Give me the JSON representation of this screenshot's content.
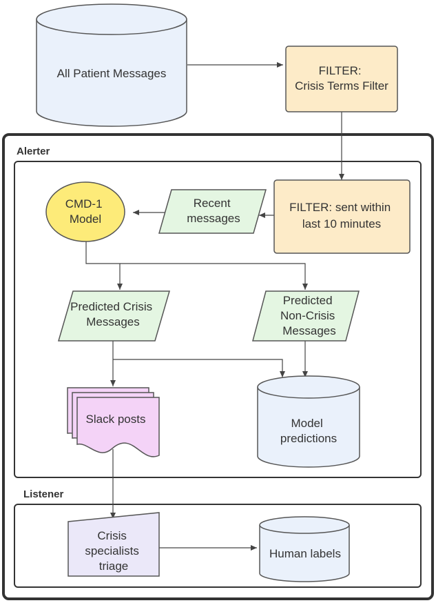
{
  "groups": {
    "alerter": "Alerter",
    "listener": "Listener"
  },
  "nodes": {
    "all_patient_messages": [
      "All Patient Messages"
    ],
    "crisis_terms_filter": [
      "FILTER:",
      "Crisis Terms Filter"
    ],
    "time_filter": [
      "FILTER:  sent within",
      "last 10 minutes"
    ],
    "recent_messages": [
      "Recent",
      "messages"
    ],
    "cmd1_model": [
      "CMD-1",
      "Model"
    ],
    "predicted_crisis": [
      "Predicted Crisis",
      "Messages"
    ],
    "predicted_non_crisis": [
      "Predicted",
      "Non-Crisis",
      "Messages"
    ],
    "slack_posts": [
      "Slack posts"
    ],
    "model_predictions": [
      "Model",
      "predictions"
    ],
    "crisis_triage": [
      "Crisis",
      "specialists",
      "triage"
    ],
    "human_labels": [
      "Human labels"
    ]
  },
  "colors": {
    "database_fill": "#eaf1fb",
    "filter_fill": "#fdebc8",
    "data_fill": "#e4f6e2",
    "model_fill": "#fdeb79",
    "slack_fill": "#f4d3f7",
    "triage_fill": "#ebe8f9",
    "outline": "#555555",
    "frame": "#333333"
  }
}
